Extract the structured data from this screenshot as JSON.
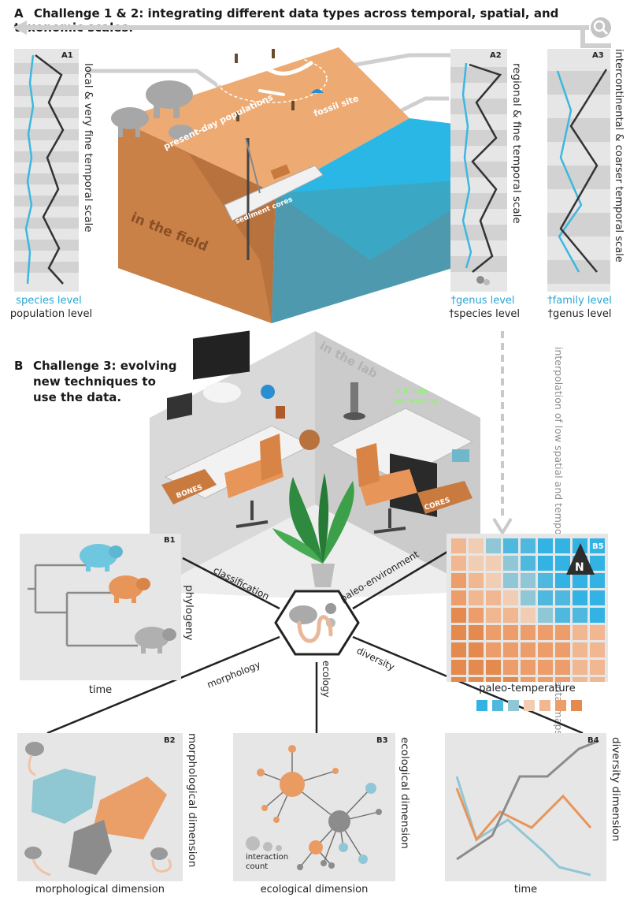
{
  "colors": {
    "blue": "#3bb8e0",
    "light_blue": "#8fd0e6",
    "orange": "#e8955a",
    "dark": "#333333",
    "panel": "#e6e6e6",
    "stripe": "#d2d2d2",
    "sand": "#eeaa73"
  },
  "challenge_a": {
    "letter": "A",
    "title": "Challenge 1 & 2: integrating different data types across temporal, spatial, and taxonomic scales."
  },
  "challenge_b": {
    "letter": "B",
    "title_lines": [
      "Challenge 3: evolving",
      "new techniques to",
      "use the data."
    ]
  },
  "panel_a1": {
    "tag": "A1",
    "scale": "local & very fine temporal scale",
    "level_top": "species level",
    "level_bottom": "population level"
  },
  "panel_a2": {
    "tag": "A2",
    "scale": "regional & fine temporal scale",
    "level_top": "†genus level",
    "level_bottom": "†species level"
  },
  "panel_a3": {
    "tag": "A3",
    "scale": "intercontinental & coarser temporal scale",
    "level_top": "†family level",
    "level_bottom": "†genus level"
  },
  "field": {
    "title": "in the field",
    "populations": "present-day populations",
    "fossil": "fossil site",
    "cores": "sediment cores"
  },
  "lab": {
    "title": "in the lab",
    "screen": [
      "> R code",
      "not working",
      "..."
    ],
    "bones": "BONES",
    "cores": "CORES"
  },
  "interpolation": "interpolation of low spatial and temporal resolution paleo-environmental maps",
  "hub": {
    "classification": "classification",
    "paleo": "paleo-environment",
    "morphology": "morphology",
    "diversity": "diversity",
    "ecology": "ecology"
  },
  "panel_b1": {
    "tag": "B1",
    "xlabel": "time",
    "ylabel": "phylogeny"
  },
  "panel_b5": {
    "tag": "B5",
    "north": "N",
    "xlabel": "paleo-temperature"
  },
  "panel_b2": {
    "tag": "B2",
    "xlabel": "morphological dimension",
    "ylabel": "morphological dimension"
  },
  "panel_b3": {
    "tag": "B3",
    "xlabel": "ecological dimension",
    "ylabel": "ecological dimension",
    "legend": [
      "interaction",
      "count"
    ]
  },
  "panel_b4": {
    "tag": "B4",
    "xlabel": "time",
    "ylabel": "diversity dimension"
  }
}
